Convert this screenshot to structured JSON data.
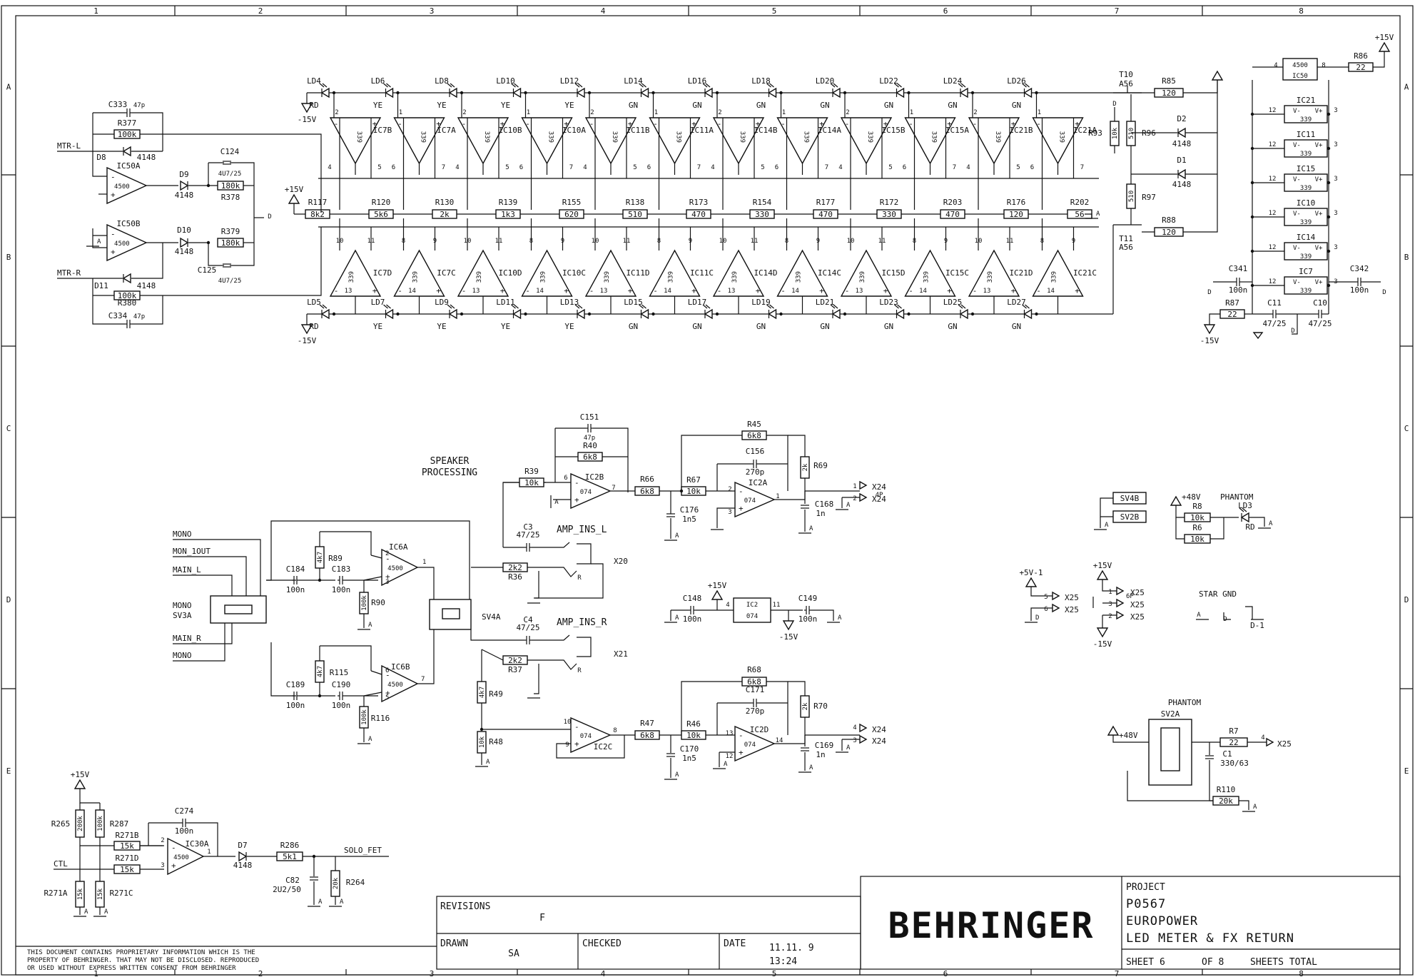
{
  "grid": {
    "cols": [
      "1",
      "2",
      "3",
      "4",
      "5",
      "6",
      "7",
      "8"
    ],
    "rows": [
      "A",
      "B",
      "C",
      "D",
      "E"
    ]
  },
  "titleblock": {
    "brand": "BEHRINGER",
    "project_label": "PROJECT",
    "project_number": "P0567",
    "project_name": "EUROPOWER",
    "sheet_title": "LED METER & FX RETURN",
    "sheet_word": "SHEET 6",
    "of_word": "OF 8",
    "total_word": "SHEETS TOTAL",
    "revisions_label": "REVISIONS",
    "revision": "F",
    "drawn_label": "DRAWN",
    "drawn_by": "SA",
    "checked_label": "CHECKED",
    "date_label": "DATE",
    "date": "11.11. 9",
    "time": "13:24"
  },
  "notice": [
    "THIS DOCUMENT CONTAINS PROPRIETARY  INFORMATION WHICH IS THE",
    "PROPERTY OF BEHRINGER. THAT MAY NOT  BE DISCLOSED. REPRODUCED",
    "OR USED WITHOUT EXPRESS WRITTEN CONSENT FROM BEHRINGER"
  ],
  "meter": {
    "top_leds": [
      [
        "LD4",
        "RD"
      ],
      [
        "LD6",
        "YE"
      ],
      [
        "LD8",
        "YE"
      ],
      [
        "LD10",
        "YE"
      ],
      [
        "LD12",
        "YE"
      ],
      [
        "LD14",
        "GN"
      ],
      [
        "LD16",
        "GN"
      ],
      [
        "LD18",
        "GN"
      ],
      [
        "LD20",
        "GN"
      ],
      [
        "LD22",
        "GN"
      ],
      [
        "LD24",
        "GN"
      ],
      [
        "LD26",
        "GN"
      ]
    ],
    "bot_leds": [
      [
        "LD5",
        "RD"
      ],
      [
        "LD7",
        "YE"
      ],
      [
        "LD9",
        "YE"
      ],
      [
        "LD11",
        "YE"
      ],
      [
        "LD13",
        "YE"
      ],
      [
        "LD15",
        "GN"
      ],
      [
        "LD17",
        "GN"
      ],
      [
        "LD19",
        "GN"
      ],
      [
        "LD21",
        "GN"
      ],
      [
        "LD23",
        "GN"
      ],
      [
        "LD25",
        "GN"
      ],
      [
        "LD27",
        "GN"
      ]
    ],
    "top_comps": [
      [
        "IC7B",
        "2",
        "1",
        "4",
        "5"
      ],
      [
        "IC7A",
        "1",
        "",
        "6",
        "7"
      ],
      [
        "IC10B",
        "2",
        "1",
        "4",
        "5"
      ],
      [
        "IC10A",
        "1",
        "",
        "6",
        "7"
      ],
      [
        "IC11B",
        "2",
        "1",
        "4",
        "5"
      ],
      [
        "IC11A",
        "1",
        "",
        "6",
        "7"
      ],
      [
        "IC14B",
        "2",
        "1",
        "4",
        "5"
      ],
      [
        "IC14A",
        "1",
        "",
        "6",
        "7"
      ],
      [
        "IC15B",
        "2",
        "1",
        "4",
        "5"
      ],
      [
        "IC15A",
        "1",
        "",
        "6",
        "7"
      ],
      [
        "IC21B",
        "2",
        "1",
        "4",
        "5"
      ],
      [
        "IC21A",
        "1",
        "",
        "6",
        "7"
      ]
    ],
    "bot_comps": [
      [
        "IC7D",
        "10",
        "11",
        "13"
      ],
      [
        "IC7C",
        "8",
        "9",
        "14"
      ],
      [
        "IC10D",
        "10",
        "11",
        "13"
      ],
      [
        "IC10C",
        "8",
        "9",
        "14"
      ],
      [
        "IC11D",
        "10",
        "11",
        "13"
      ],
      [
        "IC11C",
        "8",
        "9",
        "14"
      ],
      [
        "IC14D",
        "10",
        "11",
        "13"
      ],
      [
        "IC14C",
        "8",
        "9",
        "14"
      ],
      [
        "IC15D",
        "10",
        "11",
        "13"
      ],
      [
        "IC15C",
        "8",
        "9",
        "14"
      ],
      [
        "IC21D",
        "10",
        "11",
        "13"
      ],
      [
        "IC21C",
        "8",
        "9",
        "14"
      ]
    ],
    "comp_type": "339",
    "ladder": [
      [
        "R117",
        "8k2"
      ],
      [
        "R120",
        "5k6"
      ],
      [
        "R130",
        "2k"
      ],
      [
        "R139",
        "1k3"
      ],
      [
        "R155",
        "620"
      ],
      [
        "R138",
        "510"
      ],
      [
        "R173",
        "470"
      ],
      [
        "R154",
        "330"
      ],
      [
        "R177",
        "470"
      ],
      [
        "R172",
        "330"
      ],
      [
        "R203",
        "470"
      ],
      [
        "R176",
        "120"
      ],
      [
        "R202",
        "56"
      ]
    ],
    "supply_pos": "+15V",
    "supply_neg": "-15V",
    "transistors": [
      "T10",
      "A56",
      "T11",
      "A56"
    ],
    "resistors_right": [
      [
        "R85",
        "120"
      ],
      [
        "R88",
        "120"
      ],
      [
        "R93",
        "10k"
      ],
      [
        "R96",
        "510"
      ],
      [
        "R97",
        "510"
      ],
      [
        "R86",
        "22"
      ],
      [
        "R87",
        "22"
      ]
    ],
    "diodes_right": [
      [
        "D2",
        "4148"
      ],
      [
        "D1",
        "4148"
      ]
    ]
  },
  "input": {
    "mtr_l": "MTR-L",
    "mtr_r": "MTR-R",
    "parts": [
      [
        "C333",
        "47p"
      ],
      [
        "R377",
        "100k"
      ],
      [
        "D8",
        "4148"
      ],
      [
        "IC50A",
        "4500"
      ],
      [
        "D9",
        "4148"
      ],
      [
        "C124",
        "4U7/25"
      ],
      [
        "R378",
        "180k"
      ],
      [
        "IC50B",
        "4500"
      ],
      [
        "D10",
        "4148"
      ],
      [
        "R379",
        "180k"
      ],
      [
        "C125",
        "4U7/25"
      ],
      [
        "D11",
        "4148"
      ],
      [
        "R380",
        "100k"
      ],
      [
        "C334",
        "47p"
      ]
    ]
  },
  "supply_block": {
    "chips": [
      "IC50",
      "IC21",
      "IC11",
      "IC15",
      "IC10",
      "IC14",
      "IC7"
    ],
    "chip_types": [
      "4500",
      "339"
    ],
    "caps": [
      [
        "C341",
        "100n"
      ],
      [
        "C342",
        "100n"
      ],
      [
        "C11",
        "47/25"
      ],
      [
        "C10",
        "47/25"
      ]
    ]
  },
  "speaker": {
    "title1": "SPEAKER",
    "title2": "PROCESSING",
    "labels": [
      "MONO",
      "MON_1OUT",
      "MAIN_L",
      "MONO",
      "SV3A",
      "MAIN_R",
      "MONO",
      "SV4A",
      "AMP_INS_L",
      "AMP_INS_R",
      "X20",
      "X21"
    ],
    "parts": [
      [
        "C151",
        "47p"
      ],
      [
        "R40",
        "6k8"
      ],
      [
        "R39",
        "10k"
      ],
      [
        "IC2B",
        "074"
      ],
      [
        "R66",
        "6k8"
      ],
      [
        "R45",
        "6k8"
      ],
      [
        "C156",
        "270p"
      ],
      [
        "R67",
        "10k"
      ],
      [
        "IC2A",
        "074"
      ],
      [
        "R69",
        "2k"
      ],
      [
        "C176",
        "1n5"
      ],
      [
        "C168",
        "1n"
      ],
      [
        "C3",
        "47/25"
      ],
      [
        "C4",
        "47/25"
      ],
      [
        "R36",
        "2k2"
      ],
      [
        "R37",
        "2k2"
      ],
      [
        "C184",
        "100n"
      ],
      [
        "C183",
        "100n"
      ],
      [
        "R89",
        "4k7"
      ],
      [
        "R90",
        "100k"
      ],
      [
        "IC6A",
        "4500"
      ],
      [
        "C189",
        "100n"
      ],
      [
        "C190",
        "100n"
      ],
      [
        "R115",
        "4k7"
      ],
      [
        "R116",
        "100k"
      ],
      [
        "IC6B",
        "4500"
      ],
      [
        "C148",
        "100n"
      ],
      [
        "IC2",
        "074"
      ],
      [
        "C149",
        "100n"
      ],
      [
        "R49",
        "4k7"
      ],
      [
        "R48",
        "10k"
      ],
      [
        "IC2C",
        "074"
      ],
      [
        "R47",
        "6k8"
      ],
      [
        "R68",
        "6k8"
      ],
      [
        "C171",
        "270p"
      ],
      [
        "R46",
        "10k"
      ],
      [
        "IC2D",
        "074"
      ],
      [
        "R70",
        "2k"
      ],
      [
        "C170",
        "1n5"
      ],
      [
        "C169",
        "1n"
      ]
    ],
    "x24": [
      "X24",
      "X24",
      "X24",
      "X24",
      "4P"
    ]
  },
  "misc": {
    "sv": [
      "SV4B",
      "SV2B"
    ],
    "phantom": "PHANTOM",
    "v48": "+48V",
    "ld3": [
      "LD3",
      "RD"
    ],
    "r8": [
      "R8",
      "10k"
    ],
    "r6": [
      "R6",
      "10k"
    ],
    "x25": [
      "X25",
      "X25",
      "X25",
      "X25",
      "X25",
      "6P"
    ],
    "v5": "+5V-1",
    "star": "STAR GND",
    "d1g": "D-1",
    "sv2a": "SV2A",
    "r7": [
      "R7",
      "22"
    ],
    "c1": [
      "C1",
      "330/63"
    ],
    "r110": [
      "R110",
      "20k"
    ]
  },
  "solo": {
    "parts": [
      [
        "R265",
        "200k"
      ],
      [
        "R287",
        "100k"
      ],
      [
        "R271B",
        "15k"
      ],
      [
        "R271D",
        "15k"
      ],
      [
        "C274",
        "100n"
      ],
      [
        "IC30A",
        "4500"
      ],
      [
        "D7",
        "4148"
      ],
      [
        "R286",
        "5k1"
      ],
      [
        "C82",
        "2U2/50"
      ],
      [
        "R264",
        "20k"
      ],
      [
        "R271A",
        "15k"
      ],
      [
        "R271C",
        "15k"
      ]
    ],
    "ctl": "CTL",
    "out": "SOLO_FET"
  }
}
